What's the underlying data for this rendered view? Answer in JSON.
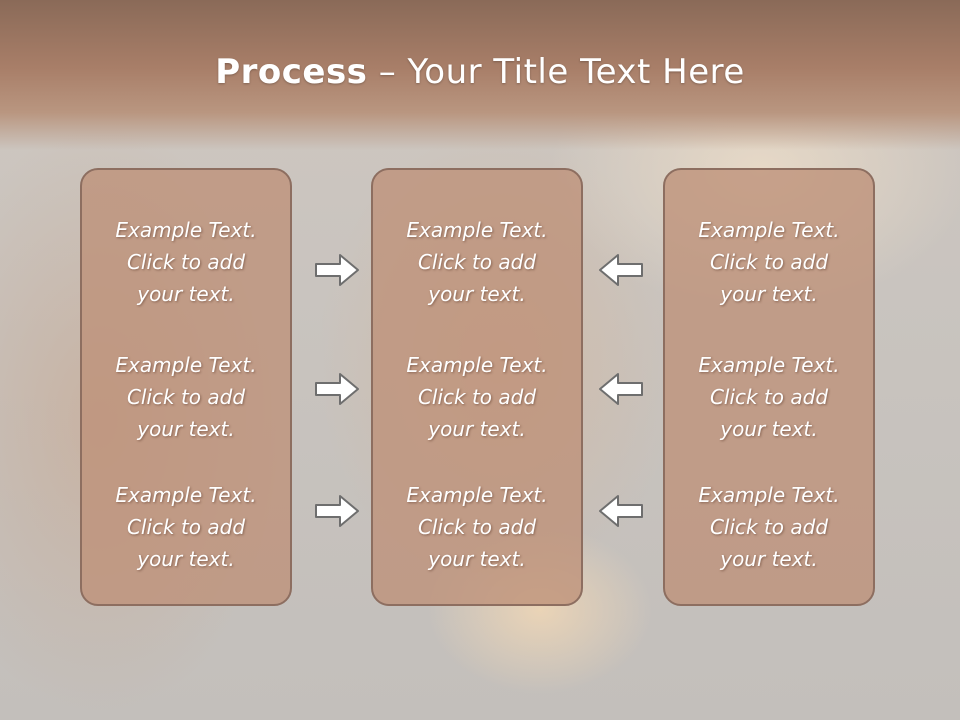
{
  "slide": {
    "title_strong": "Process",
    "title_rest": " – Your Title Text Here"
  },
  "columns": [
    {
      "items": [
        {
          "line1": "Example Text.",
          "line2": "Click  to add",
          "line3": "your text."
        },
        {
          "line1": "Example Text.",
          "line2": "Click  to add",
          "line3": "your text."
        },
        {
          "line1": "Example Text.",
          "line2": "Click  to add",
          "line3": "your text."
        }
      ]
    },
    {
      "items": [
        {
          "line1": "Example Text.",
          "line2": "Click  to add",
          "line3": "your text."
        },
        {
          "line1": "Example Text.",
          "line2": "Click  to add",
          "line3": "your text."
        },
        {
          "line1": "Example Text.",
          "line2": "Click  to add",
          "line3": "your text."
        }
      ]
    },
    {
      "items": [
        {
          "line1": "Example Text.",
          "line2": "Click  to add",
          "line3": "your text."
        },
        {
          "line1": "Example Text.",
          "line2": "Click  to add",
          "line3": "your text."
        },
        {
          "line1": "Example Text.",
          "line2": "Click  to add",
          "line3": "your text."
        }
      ]
    }
  ],
  "arrows": {
    "left_group": "right-arrow-icon",
    "right_group": "left-arrow-icon"
  },
  "colors": {
    "header": "#a87e68",
    "panel": "#be9178",
    "panel_border": "#8d6e60",
    "text": "#ffffff",
    "arrow_fill": "#ffffff",
    "arrow_stroke": "#6e6e6e"
  }
}
